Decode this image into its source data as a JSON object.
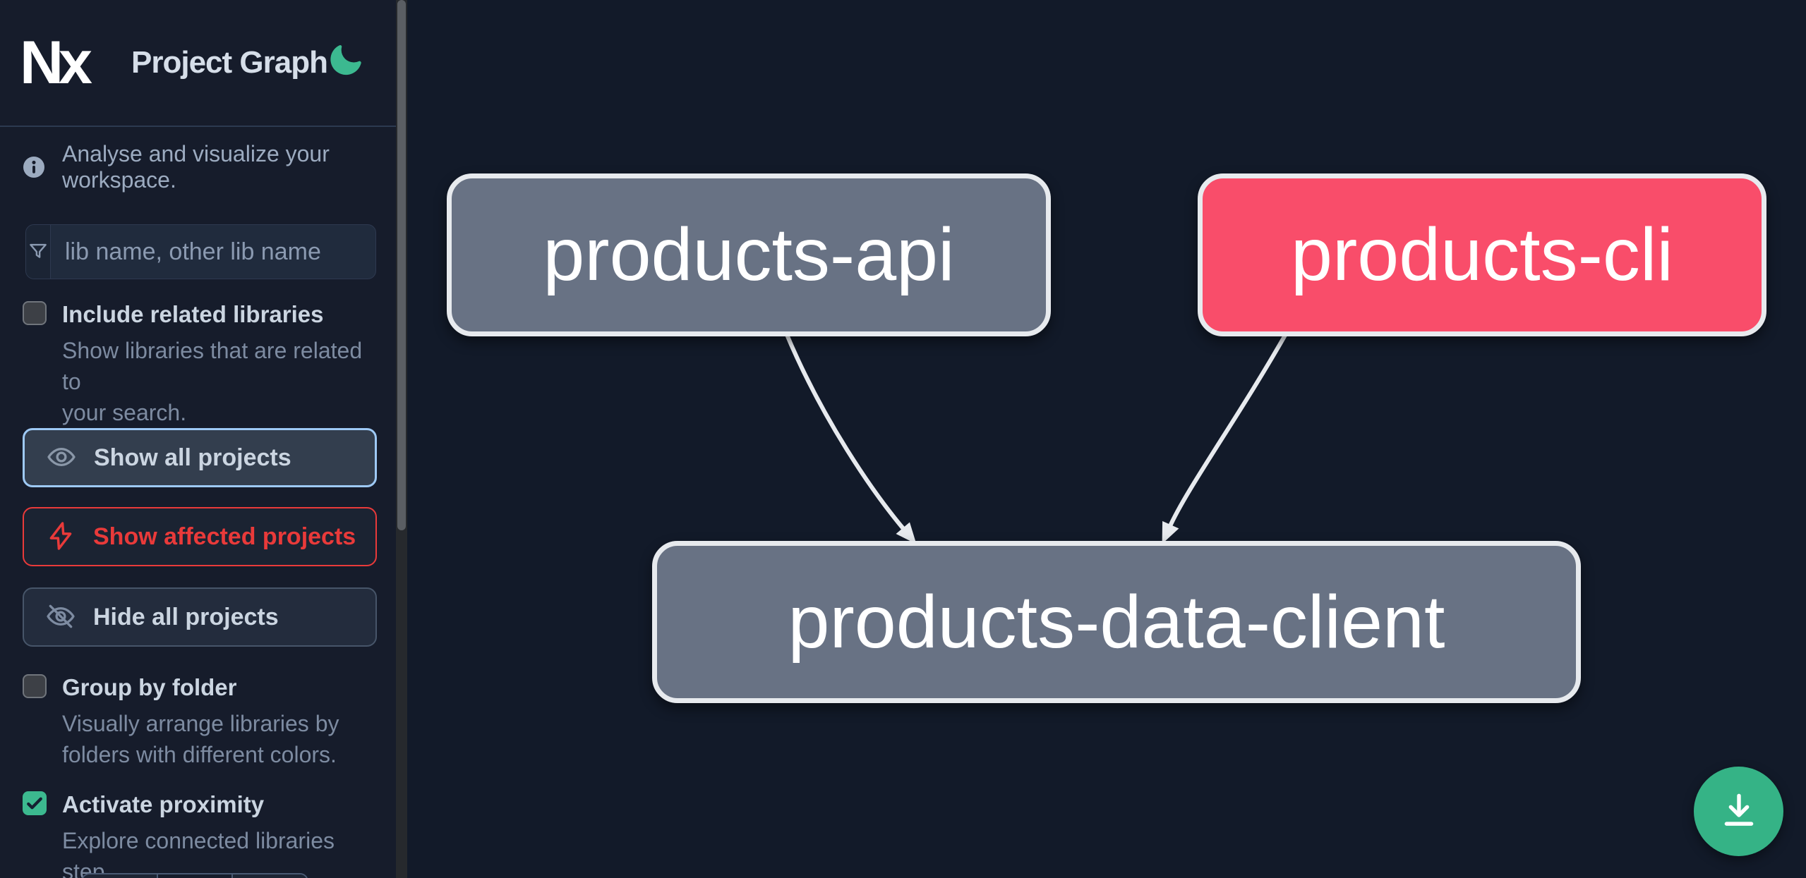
{
  "app": {
    "logo": "Nx",
    "title": "Project Graph"
  },
  "sidebar": {
    "tagline": "Analyse and visualize your workspace.",
    "search": {
      "placeholder": "lib name, other lib name",
      "icon": "funnel-icon"
    },
    "options": [
      {
        "id": "include-related",
        "label": "Include related libraries",
        "description": "Show libraries that are related to\nyour search.",
        "checked": false
      },
      {
        "id": "group-by-folder",
        "label": "Group by folder",
        "description": "Visually arrange libraries by\nfolders with different colors.",
        "checked": false
      },
      {
        "id": "activate-proximity",
        "label": "Activate proximity",
        "description": "Explore connected libraries step\nby step.",
        "checked": true
      }
    ],
    "actions": [
      {
        "id": "show-all",
        "label": "Show all projects",
        "icon": "eye-icon",
        "state": "active"
      },
      {
        "id": "show-affected",
        "label": "Show affected projects",
        "icon": "bolt-icon",
        "state": "affected"
      },
      {
        "id": "hide-all",
        "label": "Hide all projects",
        "icon": "eye-off-icon",
        "state": "default"
      }
    ]
  },
  "graph": {
    "nodes": [
      {
        "id": "products-api",
        "label": "products-api",
        "kind": "normal"
      },
      {
        "id": "products-cli",
        "label": "products-cli",
        "kind": "affected"
      },
      {
        "id": "products-data-client",
        "label": "products-data-client",
        "kind": "normal"
      }
    ],
    "edges": [
      {
        "from": "products-api",
        "to": "products-data-client"
      },
      {
        "from": "products-cli",
        "to": "products-data-client"
      }
    ]
  },
  "fab": {
    "icon": "download-icon"
  },
  "colors": {
    "canvas_bg": "#121a29",
    "sidebar_bg": "#161c2b",
    "divider": "#2c3a50",
    "text_primary": "#d6dee9",
    "text_label": "#cbd5e1",
    "text_muted": "#7d8ba1",
    "placeholder": "#8b9ab1",
    "input_bg": "#202b3d",
    "input_icon_bg": "#1b2434",
    "accent_blue": "#9ec9f5",
    "active_bg": "#333e4e",
    "accent_red": "#e93a3a",
    "affected_bg": "#1b2332",
    "btn_border": "#475569",
    "btn_bg": "#232c3d",
    "checkbox_bg": "#3d4046",
    "checkbox_border": "#70757c",
    "check_green": "#3cb98f",
    "node_gray": "#687284",
    "node_pink": "#f94d6a",
    "node_border": "#e7eaee",
    "node_text": "#ffffff",
    "edge": "#e7eaee",
    "fab_green": "#35b386",
    "moon_green": "#3cb990",
    "scroll_track": "#26292d",
    "scroll_thumb": "#5a5e63",
    "stepper_border": "#4a5a74",
    "logo_white": "#ffffff",
    "info_icon": "#9cabc0"
  }
}
